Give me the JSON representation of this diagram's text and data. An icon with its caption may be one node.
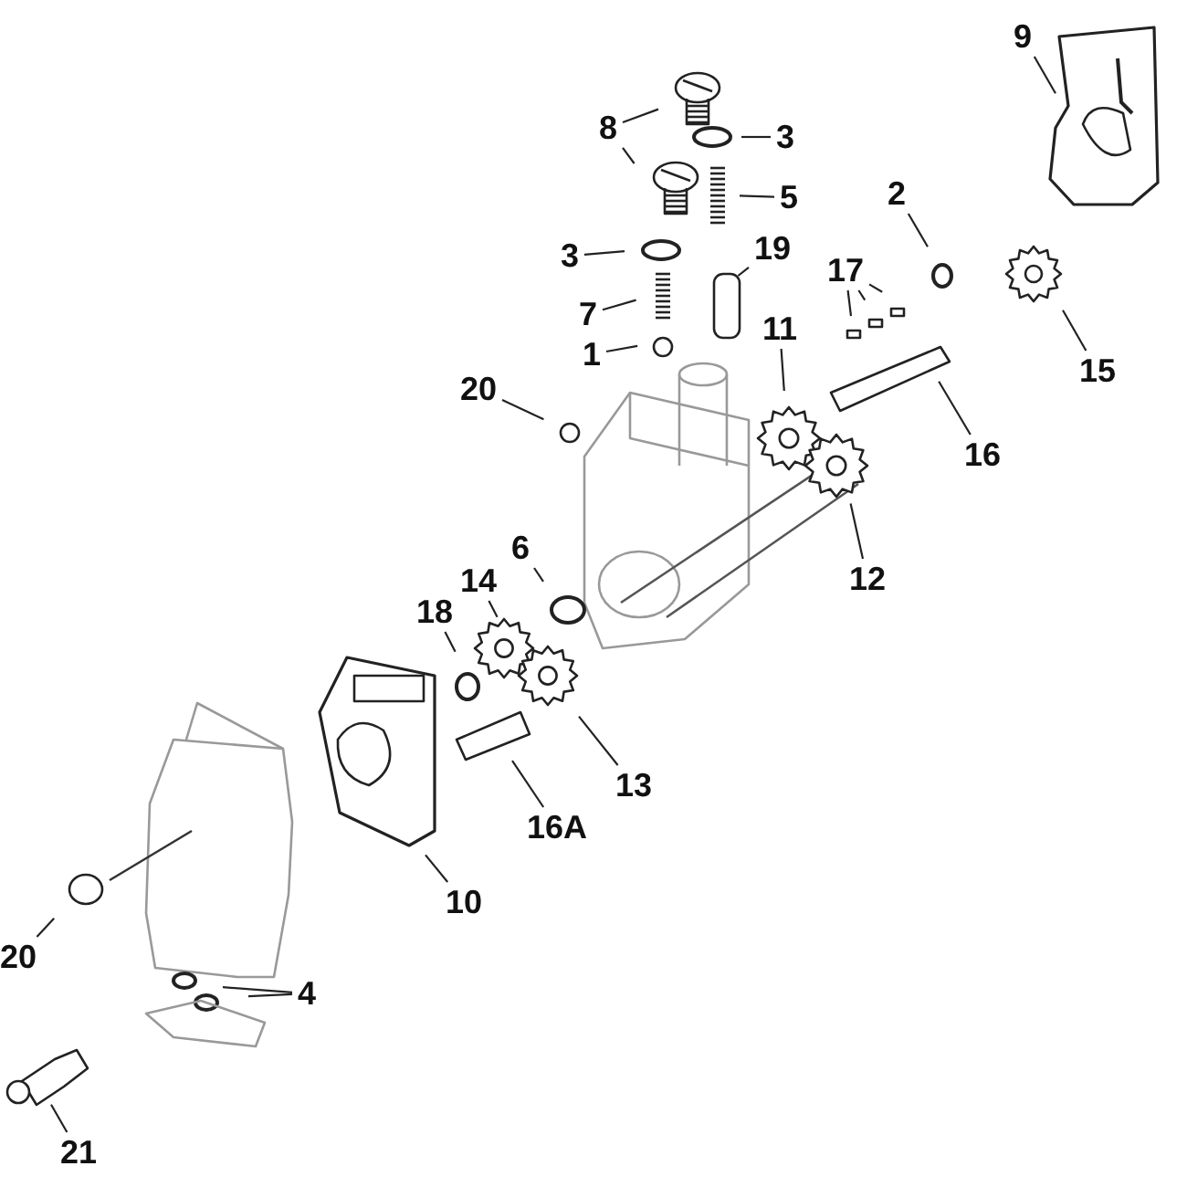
{
  "diagram": {
    "nodes": [
      {
        "text": [
          "9"
        ]
      },
      {
        "text": [
          "8"
        ]
      },
      {
        "text": [
          "3"
        ]
      },
      {
        "text": [
          "5"
        ]
      },
      {
        "text": [
          "2"
        ]
      },
      {
        "text": [
          "3"
        ]
      },
      {
        "text": [
          "19"
        ]
      },
      {
        "text": [
          "17"
        ]
      },
      {
        "text": [
          "7"
        ]
      },
      {
        "text": [
          "11"
        ]
      },
      {
        "text": [
          "1"
        ]
      },
      {
        "text": [
          "20"
        ]
      },
      {
        "text": [
          "15"
        ]
      },
      {
        "text": [
          "16"
        ]
      },
      {
        "text": [
          "12"
        ]
      },
      {
        "text": [
          "6"
        ]
      },
      {
        "text": [
          "14"
        ]
      },
      {
        "text": [
          "18"
        ]
      },
      {
        "text": [
          "13"
        ]
      },
      {
        "text": [
          "16A"
        ]
      },
      {
        "text": [
          "10"
        ]
      },
      {
        "text": [
          "20"
        ]
      },
      {
        "text": [
          "4"
        ]
      },
      {
        "text": [
          "21"
        ]
      }
    ],
    "edges": [
      {
        "from": 0,
        "to": null,
        "arrow": "none"
      },
      {
        "from": 1,
        "to": null,
        "arrow": "none"
      },
      {
        "from": 1,
        "to": null,
        "arrow": "none"
      },
      {
        "from": 2,
        "to": null,
        "arrow": "none"
      },
      {
        "from": 3,
        "to": null,
        "arrow": "none"
      },
      {
        "from": 4,
        "to": null,
        "arrow": "none"
      },
      {
        "from": 5,
        "to": null,
        "arrow": "none"
      },
      {
        "from": 6,
        "to": null,
        "arrow": "none"
      },
      {
        "from": 7,
        "to": null,
        "arrow": "none"
      },
      {
        "from": 7,
        "to": null,
        "arrow": "none"
      },
      {
        "from": 7,
        "to": null,
        "arrow": "none"
      },
      {
        "from": 8,
        "to": null,
        "arrow": "none"
      },
      {
        "from": 9,
        "to": null,
        "arrow": "none"
      },
      {
        "from": 10,
        "to": null,
        "arrow": "none"
      },
      {
        "from": 11,
        "to": null,
        "arrow": "none"
      },
      {
        "from": 12,
        "to": null,
        "arrow": "none"
      },
      {
        "from": 13,
        "to": null,
        "arrow": "none"
      },
      {
        "from": 14,
        "to": null,
        "arrow": "none"
      },
      {
        "from": 15,
        "to": null,
        "arrow": "none"
      },
      {
        "from": 16,
        "to": null,
        "arrow": "none"
      },
      {
        "from": 17,
        "to": null,
        "arrow": "none"
      },
      {
        "from": 18,
        "to": null,
        "arrow": "none"
      },
      {
        "from": 19,
        "to": null,
        "arrow": "none"
      },
      {
        "from": 20,
        "to": null,
        "arrow": "none"
      },
      {
        "from": 21,
        "to": null,
        "arrow": "none"
      },
      {
        "from": 23,
        "to": null,
        "arrow": "none"
      },
      {
        "from": 22,
        "to": null,
        "arrow": "none"
      },
      {
        "from": 22,
        "to": null,
        "arrow": "none"
      }
    ]
  }
}
